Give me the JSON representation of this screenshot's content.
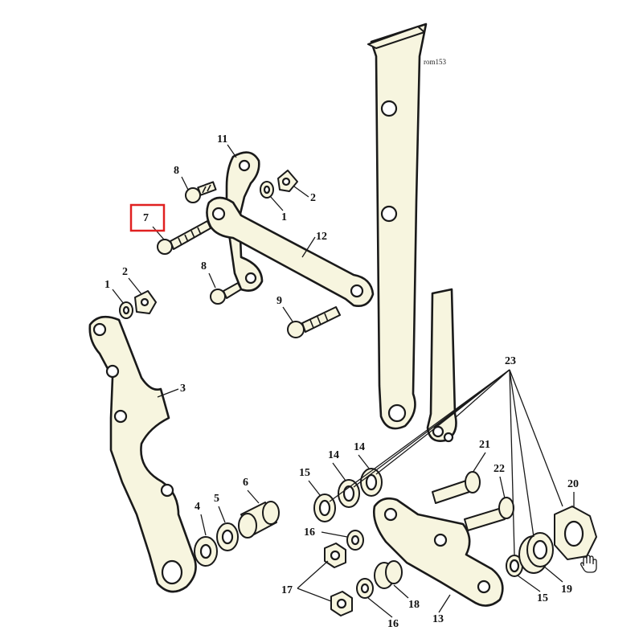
{
  "diagram": {
    "reference_code": "rom153",
    "callouts": [
      {
        "id": "c11",
        "label": "11"
      },
      {
        "id": "c8a",
        "label": "8"
      },
      {
        "id": "c2a",
        "label": "2"
      },
      {
        "id": "c1a",
        "label": "1"
      },
      {
        "id": "c7",
        "label": "7"
      },
      {
        "id": "c12",
        "label": "12"
      },
      {
        "id": "c8b",
        "label": "8"
      },
      {
        "id": "c2b",
        "label": "2"
      },
      {
        "id": "c1b",
        "label": "1"
      },
      {
        "id": "c9",
        "label": "9"
      },
      {
        "id": "c3",
        "label": "3"
      },
      {
        "id": "c23",
        "label": "23"
      },
      {
        "id": "c14a",
        "label": "14"
      },
      {
        "id": "c14b",
        "label": "14"
      },
      {
        "id": "c21",
        "label": "21"
      },
      {
        "id": "c15a",
        "label": "15"
      },
      {
        "id": "c22",
        "label": "22"
      },
      {
        "id": "c6",
        "label": "6"
      },
      {
        "id": "c4",
        "label": "4"
      },
      {
        "id": "c5",
        "label": "5"
      },
      {
        "id": "c20",
        "label": "20"
      },
      {
        "id": "c16a",
        "label": "16"
      },
      {
        "id": "c17",
        "label": "17"
      },
      {
        "id": "c15b",
        "label": "15"
      },
      {
        "id": "c19",
        "label": "19"
      },
      {
        "id": "c18",
        "label": "18"
      },
      {
        "id": "c13",
        "label": "13"
      },
      {
        "id": "c16b",
        "label": "16"
      }
    ],
    "highlighted_callout": "7",
    "highlight_color": "#e02020",
    "part_fill_color": "#f7f5df",
    "line_color": "#1a1a1a"
  }
}
